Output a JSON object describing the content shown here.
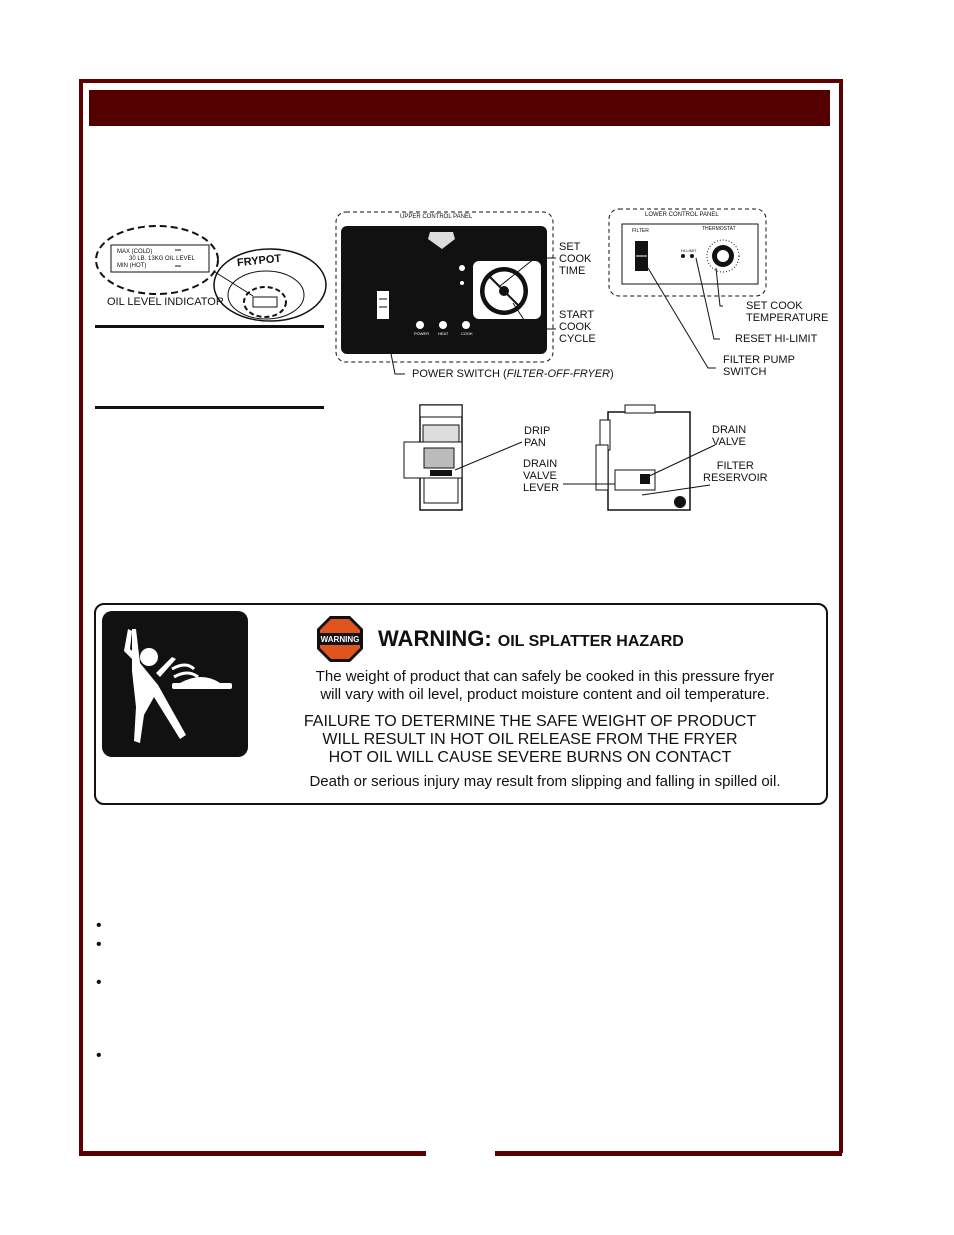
{
  "oil_level": {
    "max_label": "MAX (COLD)",
    "capacity_label": "30 LB.  13KG OIL LEVEL",
    "min_label": "MIN (HOT)",
    "frypot_label": "FRYPOT",
    "caption": "OIL LEVEL INDICATOR"
  },
  "upper_panel": {
    "title": "UPPER CONTROL PANEL",
    "callouts": {
      "set_cook_time": [
        "SET",
        "COOK",
        "TIME"
      ],
      "start_cook_cycle": [
        "START",
        "COOK",
        "CYCLE"
      ]
    },
    "power_switch_prefix": "POWER SWITCH (",
    "power_switch_italic": "FILTER-OFF-FRYER",
    "power_switch_suffix": ")",
    "indicator_labels": [
      "POWER",
      "HEAT",
      "COOK"
    ]
  },
  "lower_panel": {
    "title": "LOWER CONTROL PANEL",
    "filter_label": "FILTER",
    "thermostat_label": "THERMOSTAT",
    "hilimit_label": "HI-LIMIT",
    "callouts": {
      "set_cook_temperature": [
        "SET COOK",
        "TEMPERATURE"
      ],
      "reset_hi_limit": "RESET HI-LIMIT",
      "filter_pump_switch": [
        "FILTER PUMP",
        "SWITCH"
      ]
    }
  },
  "fryer": {
    "callouts": {
      "drip_pan": [
        "DRIP",
        "PAN"
      ],
      "drain_valve_lever": [
        "DRAIN",
        "VALVE",
        "LEVER"
      ],
      "drain_valve": [
        "DRAIN",
        "VALVE"
      ],
      "filter_reservoir": [
        "FILTER",
        "RESERVOIR"
      ]
    }
  },
  "warning": {
    "sign_text": "WARNING",
    "title": "WARNING:",
    "subtitle": "OIL SPLATTER HAZARD",
    "body_lines": [
      "The weight of product that can safely be cooked in this pressure fryer",
      "will vary with oil level, product moisture content and oil temperature."
    ],
    "caps_lines": [
      "FAILURE TO DETERMINE THE SAFE WEIGHT OF PRODUCT",
      "WILL RESULT IN HOT OIL RELEASE FROM THE FRYER",
      "HOT OIL WILL CAUSE SEVERE BURNS ON CONTACT"
    ],
    "footer": "Death or serious injury may result from slipping and falling in spilled oil."
  },
  "colors": {
    "frame": "#5a0000",
    "title_bar": "#550000",
    "warning_sign": "#e0541e"
  }
}
